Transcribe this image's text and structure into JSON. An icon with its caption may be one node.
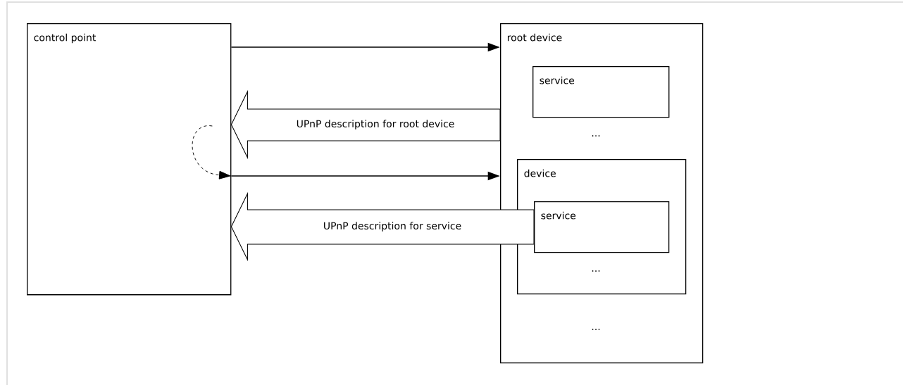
{
  "diagram": {
    "nodes": [
      {
        "text": [
          "control point"
        ]
      },
      {
        "text": [
          "root device"
        ]
      },
      {
        "text": [
          "service"
        ],
        "in": 1
      },
      {
        "text": [
          "device"
        ],
        "in": 1
      },
      {
        "text": [
          "service"
        ],
        "in": 3
      }
    ],
    "edges": [
      {
        "from": 0,
        "to": 1,
        "arrow": "to"
      },
      {
        "from": 1,
        "to": 0,
        "arrow": "to",
        "label": "UPnP description for root device",
        "style": "thick"
      },
      {
        "from": 0,
        "to": 0,
        "arrow": "to",
        "style": "dashed"
      },
      {
        "from": 0,
        "to": 1,
        "arrow": "to"
      },
      {
        "from": 4,
        "to": 0,
        "arrow": "to",
        "label": "UPnP description for service",
        "style": "thick"
      }
    ],
    "labels": [
      "...",
      "...",
      "..."
    ]
  }
}
